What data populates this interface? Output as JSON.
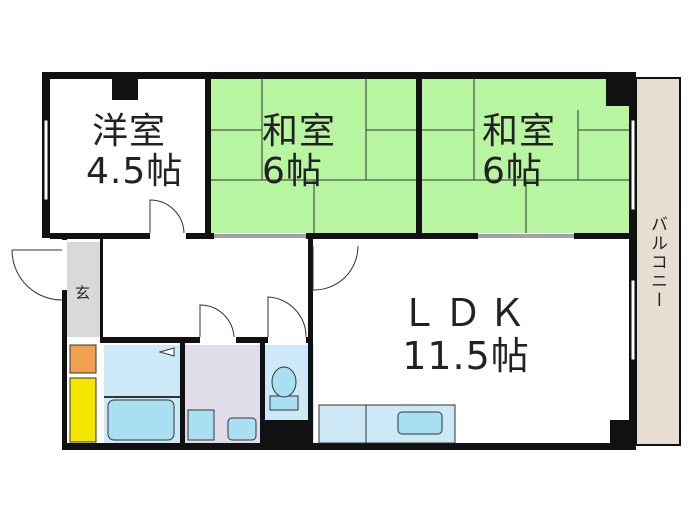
{
  "rooms": {
    "western": {
      "name": "洋室",
      "size": "4.5帖"
    },
    "japanese_1": {
      "name": "和室",
      "size": "6帖"
    },
    "japanese_2": {
      "name": "和室",
      "size": "6帖"
    },
    "ldk": {
      "name": "ＬＤＫ",
      "size": "11.5帖"
    },
    "entrance": {
      "name": "玄"
    },
    "balcony": {
      "name": "バルコニー"
    }
  },
  "colors": {
    "wall": "#111111",
    "tatami": "#b8f5a0",
    "balcony": "#e6ddd3",
    "wet_area": "#cde8f6",
    "fixture_blue": "#a8e0f2",
    "washroom": "#e0dcea",
    "entrance_floor": "#d9d9d9",
    "orange_box": "#f0a050",
    "yellow_box": "#f5e600"
  }
}
